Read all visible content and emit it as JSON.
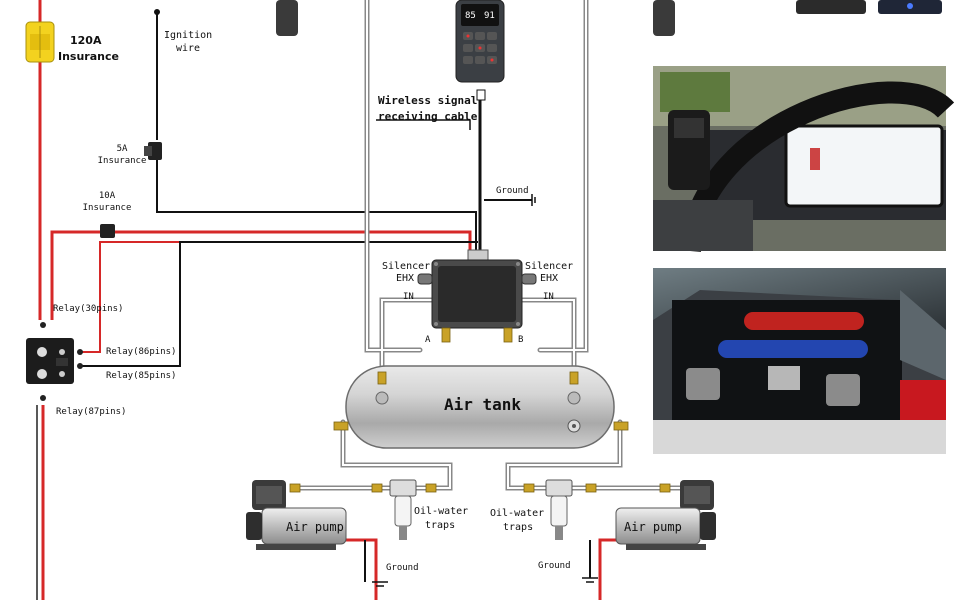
{
  "diagram": {
    "fuse_main": {
      "amperage": "120A",
      "word": "Insurance"
    },
    "ignition": {
      "line1": "Ignition",
      "line2": "wire"
    },
    "fuse_5a": {
      "amperage": "5A",
      "word": "Insurance"
    },
    "fuse_10a": {
      "amperage": "10A",
      "word": "Insurance"
    },
    "wireless": {
      "line1": "Wireless signal",
      "line2": "receiving cable"
    },
    "ground_top": "Ground",
    "silencer_left": {
      "line1": "Silencer",
      "line2": "EHX",
      "line3": "IN"
    },
    "silencer_right": {
      "line1": "Silencer",
      "line2": "EHX",
      "line3": "IN"
    },
    "port_a": "A",
    "port_b": "B",
    "relay_30": "Relay(30pins)",
    "relay_86": "Relay(86pins)",
    "relay_85": "Relay(85pins)",
    "relay_87": "Relay(87pins)",
    "air_tank": "Air tank",
    "pump_left": "Air pump",
    "pump_right": "Air pump",
    "trap_left": {
      "line1": "Oil-water",
      "line2": "traps"
    },
    "trap_right": {
      "line1": "Oil-water",
      "line2": "traps"
    },
    "ground_left": "Ground",
    "ground_right": "Ground",
    "remote_readout": {
      "left": "85",
      "right": "91"
    }
  },
  "colors": {
    "wire_red": "#d62828",
    "wire_black": "#111111",
    "fuse_yellow": "#f3d21f",
    "pipe_gray": "#9a9a9a",
    "tank_silver": "#c9c9c9"
  }
}
